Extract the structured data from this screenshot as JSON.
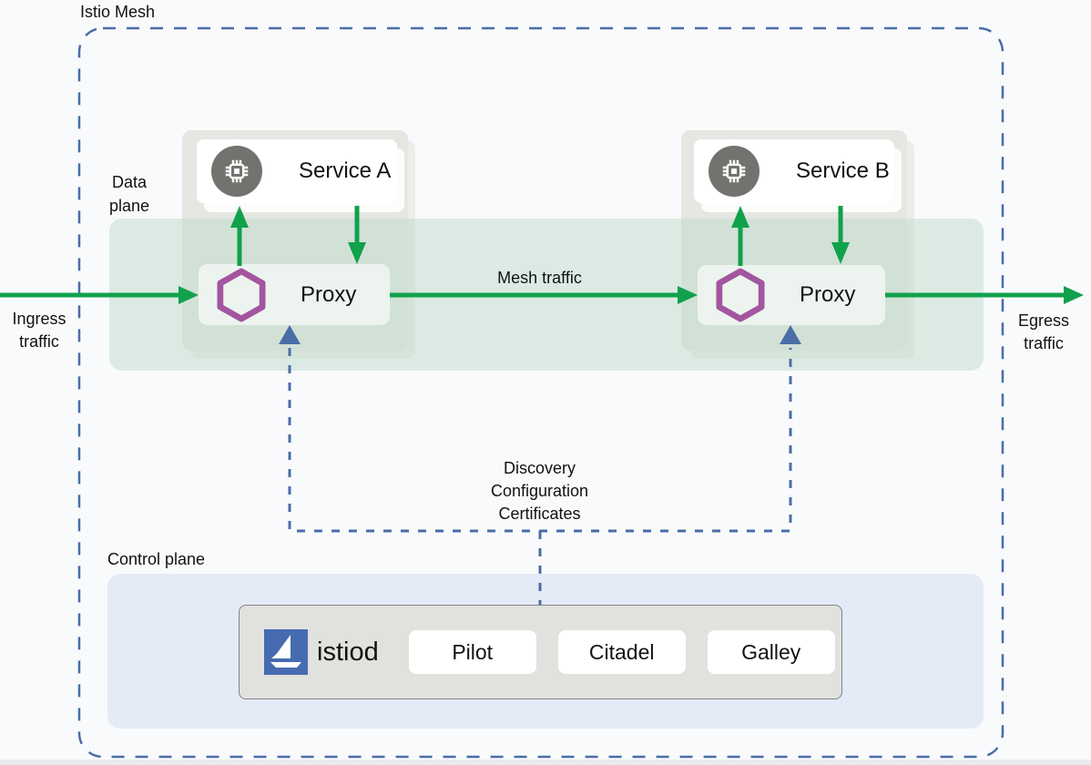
{
  "colors": {
    "background": "#f9fafc",
    "mesh_border_blue": "#4a6da8",
    "arrow_green": "#10a14c",
    "band_green": "#bedbca",
    "service_group_gray": "#e6e6e2",
    "proxy_fill": "#edf4ef",
    "hexagon_purple": "#a355a0",
    "service_icon_gray": "#72726f",
    "istio_blue": "#466bb0",
    "control_plane_fill": "#e4eaf6",
    "istiod_box_fill": "#e1e1de"
  },
  "mesh": {
    "title": "Istio Mesh"
  },
  "labels": {
    "data_plane": "Data\nplane",
    "control_plane": "Control plane",
    "ingress": "Ingress\ntraffic",
    "egress": "Egress\ntraffic",
    "mesh_traffic": "Mesh traffic",
    "discovery": "Discovery\nConfiguration\nCertificates"
  },
  "services": [
    {
      "name": "Service A"
    },
    {
      "name": "Service B"
    }
  ],
  "proxies": [
    {
      "label": "Proxy"
    },
    {
      "label": "Proxy"
    }
  ],
  "istiod": {
    "label": "istiod",
    "components": [
      {
        "label": "Pilot"
      },
      {
        "label": "Citadel"
      },
      {
        "label": "Galley"
      }
    ]
  }
}
